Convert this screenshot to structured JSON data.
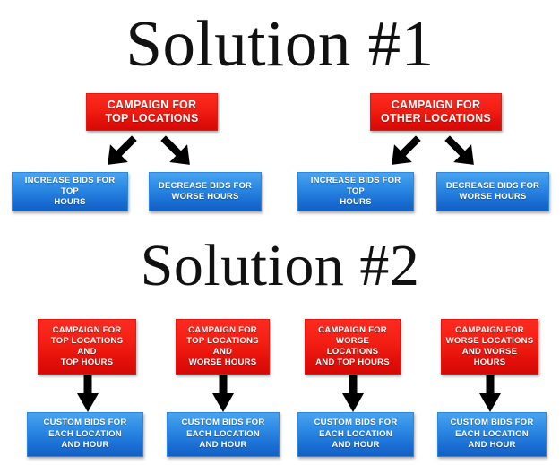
{
  "page": {
    "background": "#ffffff",
    "colors": {
      "red": "#f01a14",
      "blue": "#2180e0",
      "arrow": "#000000",
      "title_text": "#111111",
      "box_text": "#ffffff"
    }
  },
  "sections": [
    {
      "id": "solution-1",
      "title": "Solution #1",
      "parents": [
        {
          "id": "campaign-top-locations",
          "lines": [
            "CAMPAIGN FOR",
            "TOP LOCATIONS"
          ],
          "color": "red"
        },
        {
          "id": "campaign-other-locations",
          "lines": [
            "CAMPAIGN FOR",
            "OTHER LOCATIONS"
          ],
          "color": "red"
        }
      ],
      "children": [
        {
          "id": "increase-bids-top-hours-1",
          "lines": [
            "INCREASE BIDS FOR TOP",
            "HOURS"
          ],
          "color": "blue"
        },
        {
          "id": "decrease-bids-worse-hours-1",
          "lines": [
            "DECREASE BIDS FOR",
            "WORSE HOURS"
          ],
          "color": "blue"
        },
        {
          "id": "increase-bids-top-hours-2",
          "lines": [
            "INCREASE BIDS FOR TOP",
            "HOURS"
          ],
          "color": "blue"
        },
        {
          "id": "decrease-bids-worse-hours-2",
          "lines": [
            "DECREASE BIDS FOR",
            "WORSE HOURS"
          ],
          "color": "blue"
        }
      ],
      "arrows": [
        {
          "id": "arrow-down-left-1",
          "direction": "down-left"
        },
        {
          "id": "arrow-down-right-1",
          "direction": "down-right"
        },
        {
          "id": "arrow-down-left-2",
          "direction": "down-left"
        },
        {
          "id": "arrow-down-right-2",
          "direction": "down-right"
        }
      ]
    },
    {
      "id": "solution-2",
      "title": "Solution #2",
      "parents": [
        {
          "id": "campaign-top-loc-top-hours",
          "lines": [
            "CAMPAIGN FOR",
            "TOP LOCATIONS AND",
            "TOP HOURS"
          ],
          "color": "red"
        },
        {
          "id": "campaign-top-loc-worse-hours",
          "lines": [
            "CAMPAIGN FOR",
            "TOP LOCATIONS AND",
            "WORSE HOURS"
          ],
          "color": "red"
        },
        {
          "id": "campaign-worse-loc-top-hours",
          "lines": [
            "CAMPAIGN FOR",
            "WORSE LOCATIONS",
            "AND TOP HOURS"
          ],
          "color": "red"
        },
        {
          "id": "campaign-worse-loc-worse-hours",
          "lines": [
            "CAMPAIGN FOR",
            "WORSE LOCATIONS",
            "AND WORSE HOURS"
          ],
          "color": "red"
        }
      ],
      "children": [
        {
          "id": "custom-bids-1",
          "lines": [
            "CUSTOM BIDS FOR",
            "EACH LOCATION",
            "AND HOUR"
          ],
          "color": "blue"
        },
        {
          "id": "custom-bids-2",
          "lines": [
            "CUSTOM BIDS FOR",
            "EACH LOCATION",
            "AND HOUR"
          ],
          "color": "blue"
        },
        {
          "id": "custom-bids-3",
          "lines": [
            "CUSTOM BIDS FOR",
            "EACH LOCATION",
            "AND HOUR"
          ],
          "color": "blue"
        },
        {
          "id": "custom-bids-4",
          "lines": [
            "CUSTOM BIDS FOR",
            "EACH LOCATION",
            "AND HOUR"
          ],
          "color": "blue"
        }
      ],
      "arrows": [
        {
          "id": "arrow-down-1",
          "direction": "down"
        },
        {
          "id": "arrow-down-2",
          "direction": "down"
        },
        {
          "id": "arrow-down-3",
          "direction": "down"
        },
        {
          "id": "arrow-down-4",
          "direction": "down"
        }
      ]
    }
  ]
}
